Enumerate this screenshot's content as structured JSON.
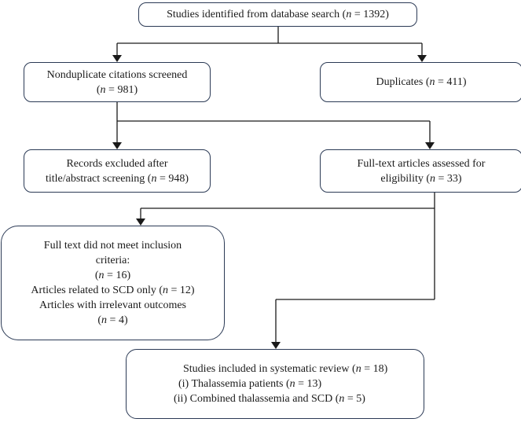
{
  "identified": {
    "label": "Studies identified from database search (",
    "n_label": "n",
    "value": " = 1392)"
  },
  "screened": {
    "line1": "Nonduplicate citations screened",
    "n_label": "n",
    "value": " = 981)"
  },
  "duplicates": {
    "label": "Duplicates (",
    "n_label": "n",
    "value": " = 411)"
  },
  "excluded_title": {
    "line1": "Records excluded after",
    "line2": "title/abstract screening (",
    "n_label": "n",
    "value": " = 948)"
  },
  "fulltext": {
    "line1": "Full-text articles assessed for",
    "line2": "eligibility (",
    "n_label": "n",
    "value": " = 33)"
  },
  "not_met": {
    "line1": "Full text did not meet inclusion",
    "line2": "criteria:",
    "line3_n": "n",
    "line3_value": " = 16)",
    "line4": "Articles related to SCD only (",
    "line4_n": "n",
    "line4_value": " = 12)",
    "line5": "Articles with irrelevant outcomes",
    "line6_n": "n",
    "line6_value": " = 4)"
  },
  "included": {
    "line1": "Studies included in systematic review (",
    "line1_n": "n",
    "line1_value": " = 18)",
    "item1": "(i)  Thalassemia patients (",
    "item1_n": "n",
    "item1_value": " = 13)",
    "item2": "(ii)  Combined thalassemia and SCD (",
    "item2_n": "n",
    "item2_value": " = 5)"
  }
}
